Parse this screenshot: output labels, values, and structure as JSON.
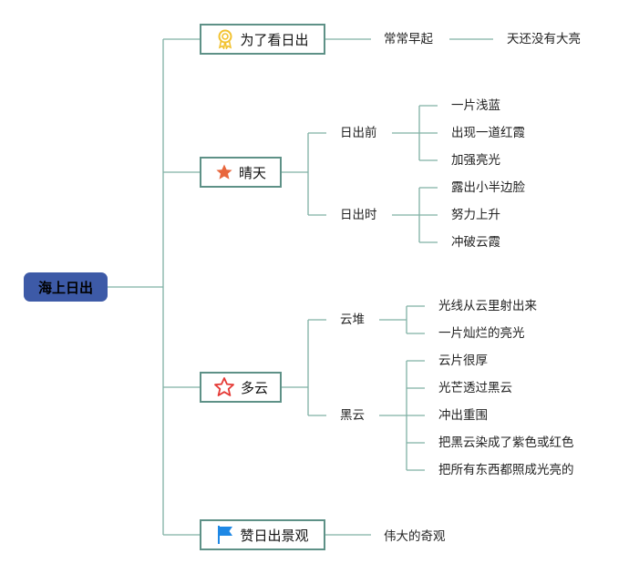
{
  "root": {
    "label": "海上日出"
  },
  "branches": [
    {
      "label": "为了看日出",
      "icon": "award-ribbon-icon",
      "children": [
        {
          "label": "常常早起",
          "children": [
            {
              "label": "天还没有大亮"
            }
          ]
        }
      ]
    },
    {
      "label": "晴天",
      "icon": "star-filled-icon",
      "children": [
        {
          "label": "日出前",
          "children": [
            {
              "label": "一片浅蓝"
            },
            {
              "label": "出现一道红霞"
            },
            {
              "label": "加强亮光"
            }
          ]
        },
        {
          "label": "日出时",
          "children": [
            {
              "label": "露出小半边脸"
            },
            {
              "label": "努力上升"
            },
            {
              "label": "冲破云霞"
            }
          ]
        }
      ]
    },
    {
      "label": "多云",
      "icon": "star-outline-icon",
      "children": [
        {
          "label": "云堆",
          "children": [
            {
              "label": "光线从云里射出来"
            },
            {
              "label": "一片灿烂的亮光"
            }
          ]
        },
        {
          "label": "黑云",
          "children": [
            {
              "label": "云片很厚"
            },
            {
              "label": "光芒透过黑云"
            },
            {
              "label": "冲出重围"
            },
            {
              "label": "把黑云染成了紫色或红色"
            },
            {
              "label": "把所有东西都照成光亮的"
            }
          ]
        }
      ]
    },
    {
      "label": "赞日出景观",
      "icon": "flag-icon",
      "children": [
        {
          "label": "伟大的奇观"
        }
      ]
    }
  ],
  "colors": {
    "root_fill": "#3d5aa7",
    "branch_border": "#5e9187",
    "connector": "#7fb0a5",
    "ribbon_icon": "#f2c230",
    "star_filled_icon": "#e8663c",
    "star_outline_icon": "#e53935",
    "flag_icon": "#1e88e5"
  }
}
